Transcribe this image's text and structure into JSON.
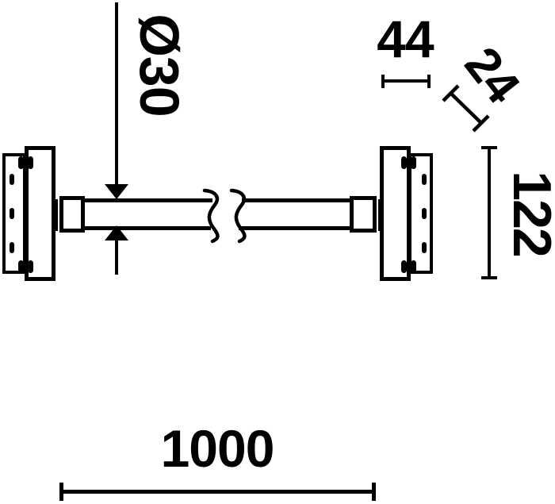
{
  "drawing": {
    "type": "technical-dimension-drawing",
    "subject": "tube with two wall-mount brackets, side elevation with break lines",
    "colors": {
      "line": "#000000",
      "background": "#ffffff"
    },
    "dimensions": {
      "tube_diameter": "Ø30",
      "bracket_depth": "44",
      "boss_size": "24",
      "bracket_height": "122",
      "overall_length": "1000"
    }
  }
}
